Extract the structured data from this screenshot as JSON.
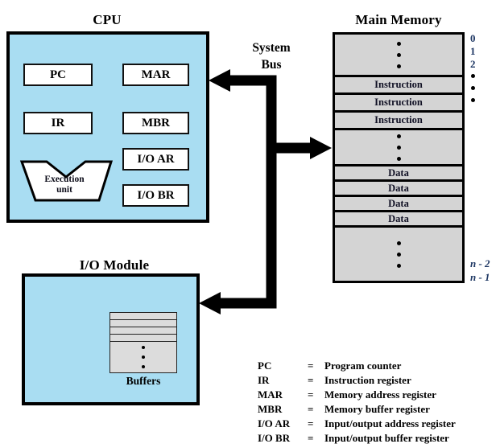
{
  "cpu": {
    "title": "CPU",
    "registers": [
      "PC",
      "MAR",
      "IR",
      "MBR",
      "I/O AR",
      "I/O BR"
    ],
    "execution_unit": {
      "line1": "Execution",
      "line2": "unit"
    }
  },
  "system_bus": {
    "label_line1": "System",
    "label_line2": "Bus"
  },
  "main_memory": {
    "title": "Main Memory",
    "instruction_rows": [
      "Instruction",
      "Instruction",
      "Instruction"
    ],
    "data_rows": [
      "Data",
      "Data",
      "Data",
      "Data"
    ],
    "address_labels_top": [
      "0",
      "1",
      "2"
    ],
    "address_labels_bottom": [
      "n - 2",
      "n - 1"
    ]
  },
  "io_module": {
    "title": "I/O Module",
    "buffers_label": "Buffers"
  },
  "legend": {
    "items": [
      {
        "term": "PC",
        "eq": "=",
        "description": "Program counter"
      },
      {
        "term": "IR",
        "eq": "=",
        "description": "Instruction register"
      },
      {
        "term": "MAR",
        "eq": "=",
        "description": "Memory address register"
      },
      {
        "term": "MBR",
        "eq": "=",
        "description": "Memory buffer register"
      },
      {
        "term": "I/O AR",
        "eq": "=",
        "description": "Input/output address register"
      },
      {
        "term": "I/O BR",
        "eq": "=",
        "description": "Input/output buffer register"
      }
    ]
  },
  "colors": {
    "module_fill": "#a9ddf2",
    "memory_fill": "#d4d4d4",
    "buffer_fill": "#dcdcdc",
    "bus_color": "#000000",
    "address_text": "#1f3864"
  }
}
